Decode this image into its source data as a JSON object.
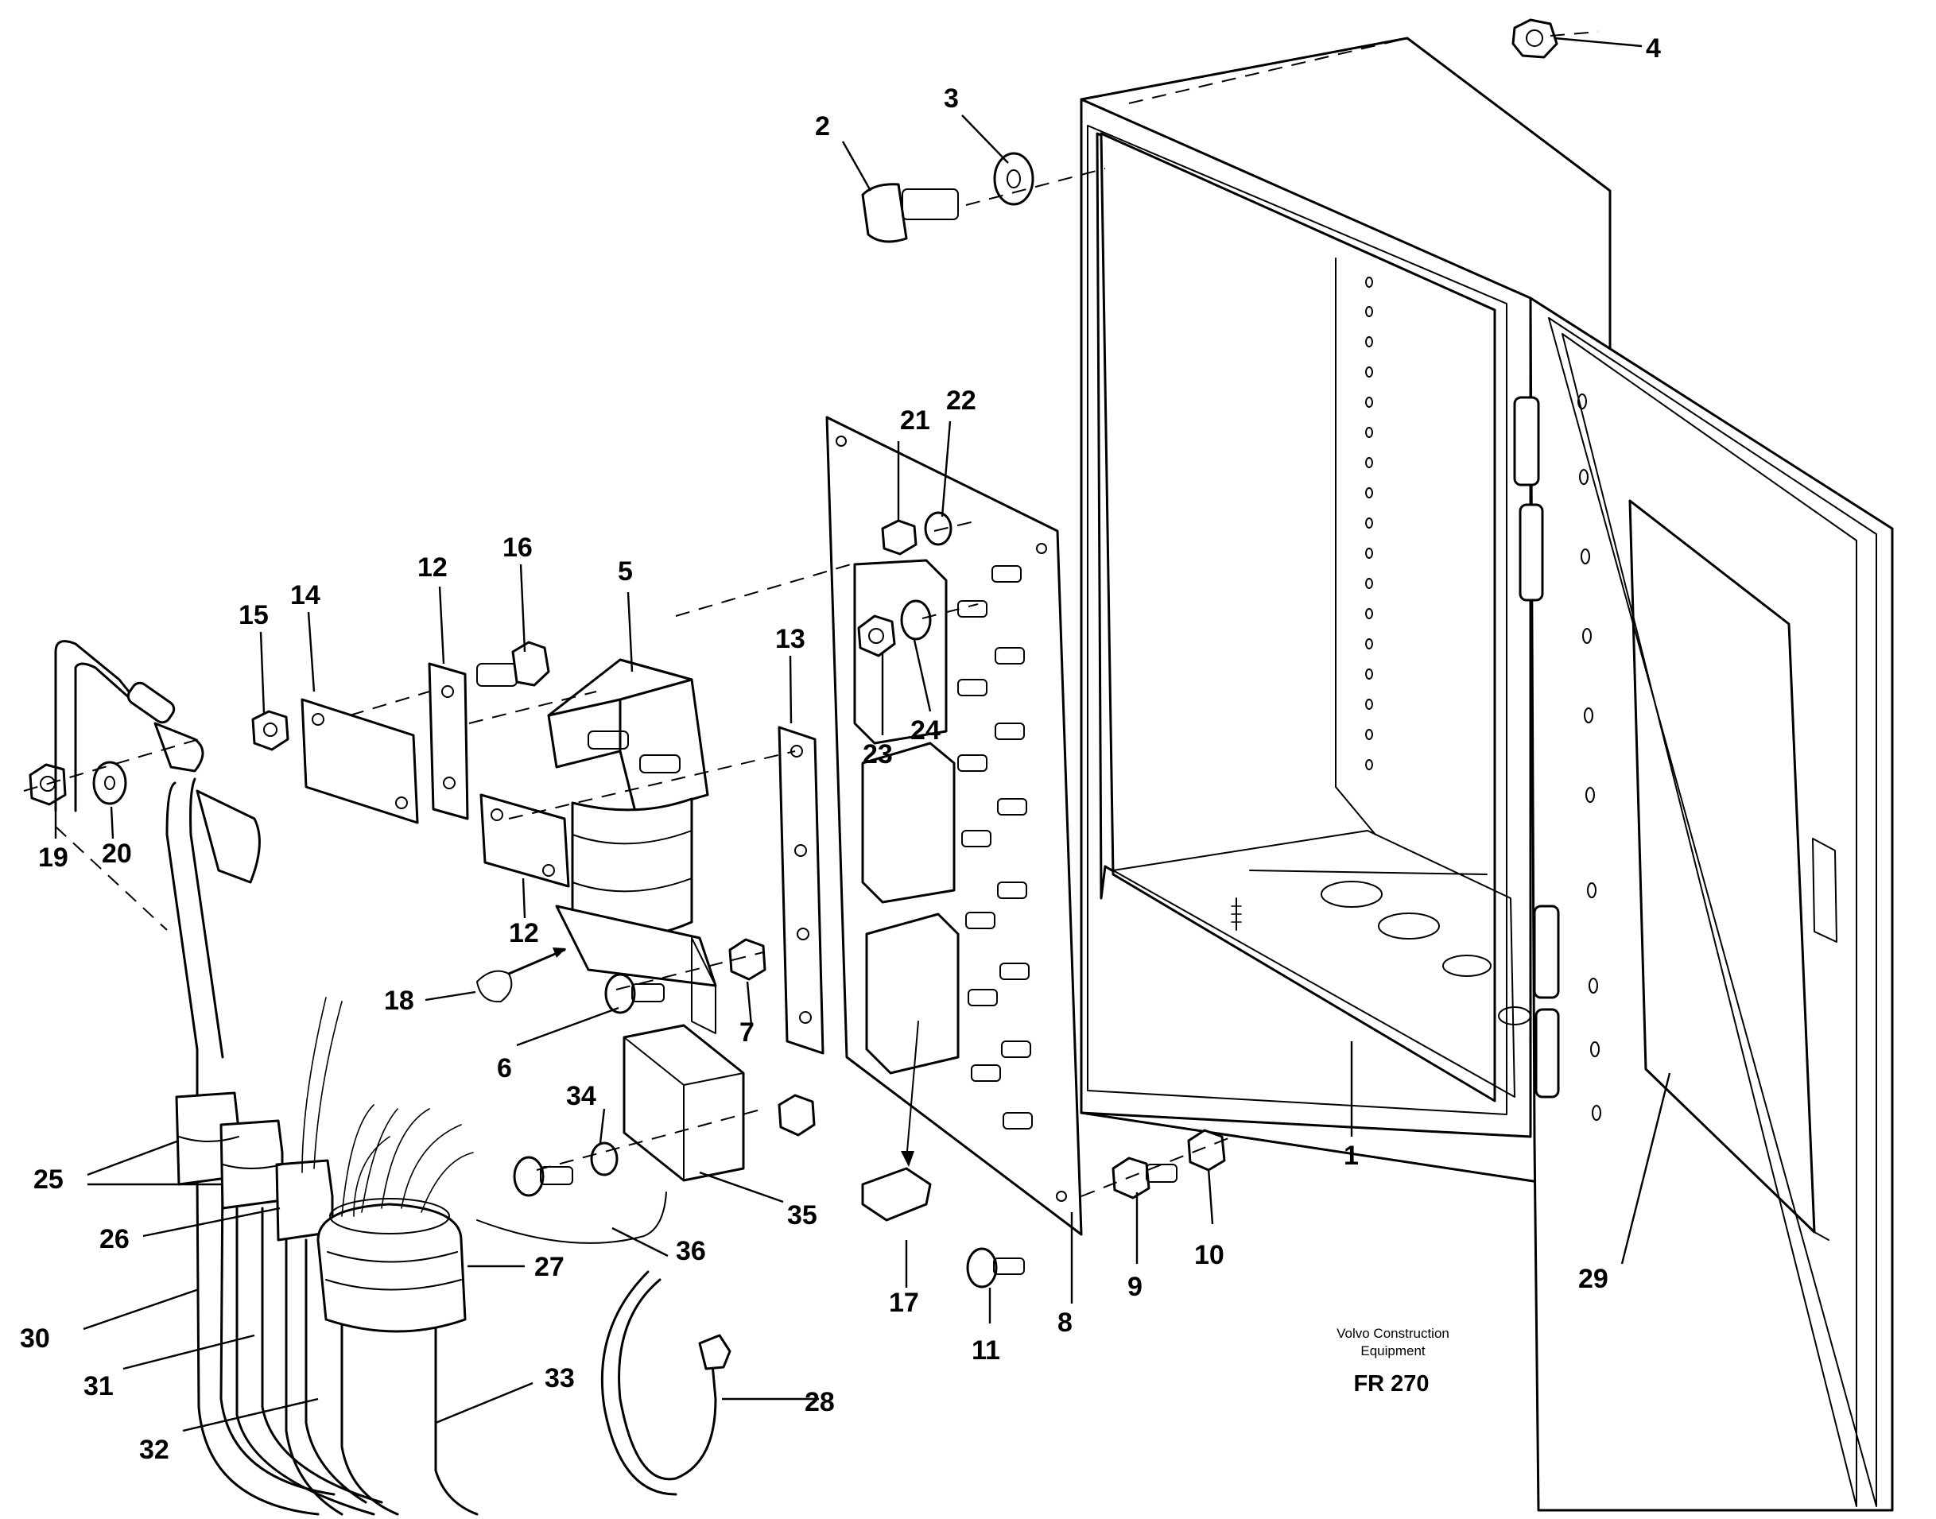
{
  "caption": {
    "line1": "Volvo Construction",
    "line2": "Equipment",
    "code": "FR 270"
  },
  "callouts": [
    "1",
    "2",
    "3",
    "4",
    "5",
    "6",
    "7",
    "8",
    "9",
    "10",
    "11",
    "12",
    "12",
    "13",
    "14",
    "15",
    "16",
    "17",
    "18",
    "19",
    "20",
    "21",
    "22",
    "23",
    "24",
    "25",
    "26",
    "27",
    "28",
    "29",
    "30",
    "31",
    "32",
    "33",
    "34",
    "35",
    "36"
  ]
}
